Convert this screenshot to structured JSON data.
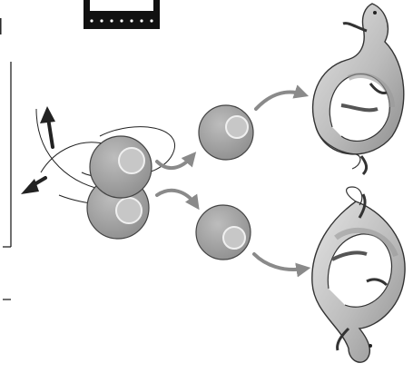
{
  "figure": {
    "panels": [
      "cell-pair-dividing",
      "daughter-cell-upper",
      "daughter-cell-lower",
      "salamander-upper",
      "salamander-lower"
    ]
  },
  "colors": {
    "cell_fill": "#a9a9a9",
    "nucleus_fill": "#bdbdbd",
    "nucleus_stroke": "#f2f2f2",
    "arrow_gray": "#8a8a8a",
    "arrow_black": "#222222",
    "salamander_body": "#c9c9c9",
    "salamander_shadow": "#8c8c8c",
    "outline": "#333333",
    "frame": "#111111"
  },
  "icons": {
    "film_strip": "film-strip-icon",
    "rotation_arrows": "rotation-arrow-icon",
    "transition_arrows": "curved-arrow-icon",
    "organism": "salamander-icon"
  }
}
